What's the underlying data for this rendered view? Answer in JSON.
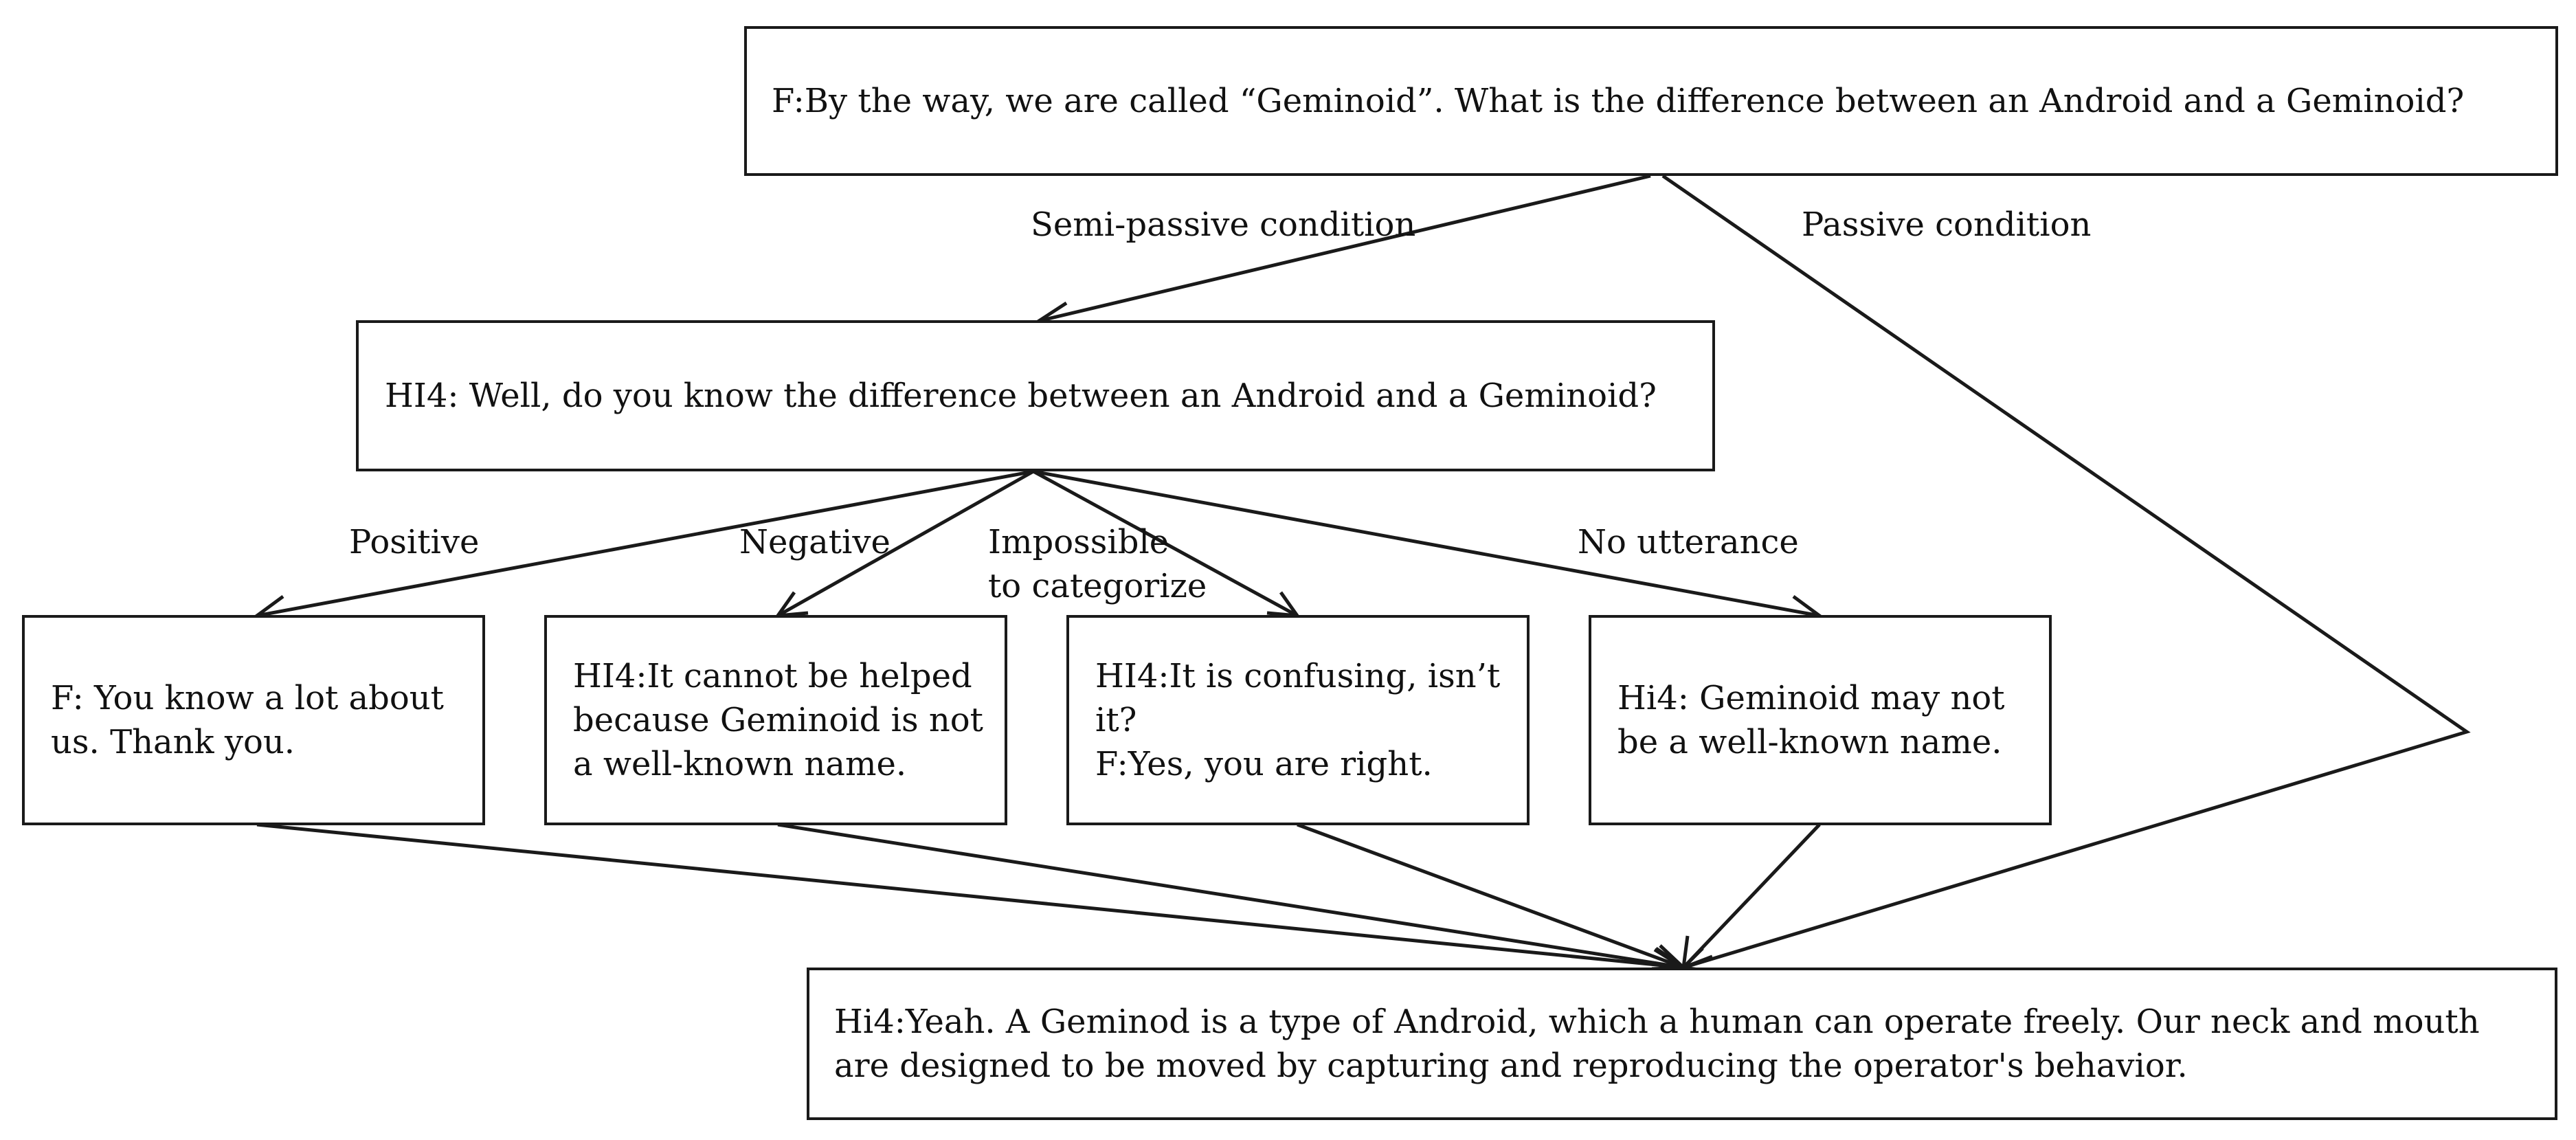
{
  "nodes": {
    "top": {
      "lines": [
        "F:By the way, we are called “Geminoid”. What is the difference between an Android and a Geminoid?"
      ]
    },
    "hi4_question": {
      "lines": [
        "HI4: Well, do you know the difference between an Android and a Geminoid?"
      ]
    },
    "positive_reply": {
      "lines": [
        "F: You know a lot about",
        "us. Thank you."
      ]
    },
    "negative_reply": {
      "lines": [
        "HI4:It cannot be helped",
        "because Geminoid is not",
        "a well-known name."
      ]
    },
    "impossible_reply": {
      "lines": [
        "HI4:It is confusing, isn’t",
        "it?",
        "F:Yes, you are right."
      ]
    },
    "no_utterance_reply": {
      "lines": [
        "Hi4: Geminoid may not",
        "be a well-known name."
      ]
    },
    "final": {
      "lines": [
        "Hi4:Yeah. A Geminod is a type of Android, which a human can operate freely. Our neck and mouth",
        "are designed to be moved by capturing and reproducing the operator's behavior."
      ]
    }
  },
  "edge_labels": {
    "semi_passive": "Semi-passive condition",
    "passive": "Passive condition",
    "positive": "Positive",
    "negative": "Negative",
    "impossible": [
      "Impossible",
      "to categorize"
    ],
    "no_utterance": "No utterance"
  },
  "colors": {
    "stroke": "#1a1a1a",
    "text": "#111111",
    "background": "#ffffff"
  }
}
